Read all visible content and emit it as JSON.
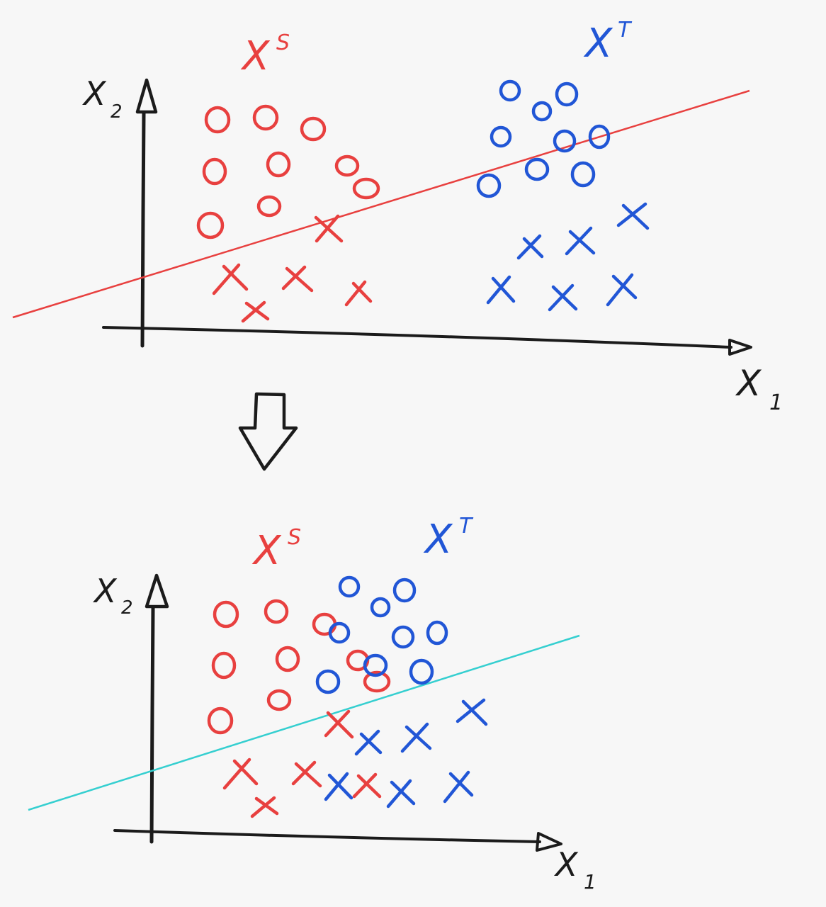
{
  "colors": {
    "background": "#f7f7f7",
    "ink": "#1b1b1b",
    "source": "#e8403f",
    "target": "#2156d6",
    "boundary_before": "#e8403f",
    "boundary_after": "#35cfd0"
  },
  "top_panel": {
    "axis_x_label": "X",
    "axis_x_sub": "1",
    "axis_y_label": "X",
    "axis_y_sub": "2",
    "source_label": "X",
    "source_sup": "S",
    "target_label": "X",
    "target_sup": "T"
  },
  "bottom_panel": {
    "axis_x_label": "X",
    "axis_x_sub": "1",
    "axis_y_label": "X",
    "axis_y_sub": "2",
    "source_label": "X",
    "source_sup": "S",
    "target_label": "X",
    "target_sup": "T"
  },
  "transition_icon": "down-arrow-icon"
}
